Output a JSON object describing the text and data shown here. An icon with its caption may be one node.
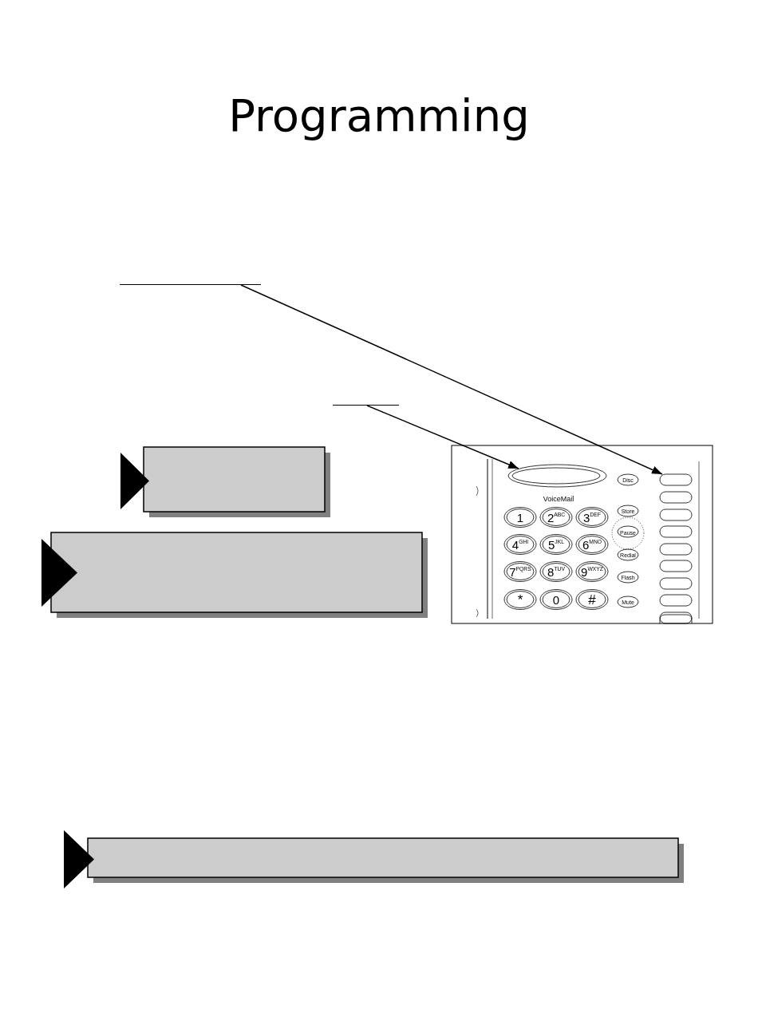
{
  "diagram": {
    "title": "Programming",
    "nodes": [
      {
        "text": [],
        "shape": "line"
      },
      {
        "text": [],
        "shape": "line"
      },
      {
        "text": [],
        "shape": "box"
      },
      {
        "text": [],
        "shape": "ellipse"
      },
      {
        "text": [],
        "shape": "button"
      },
      {
        "text": [],
        "shape": "box"
      },
      {
        "text": [],
        "shape": "box"
      }
    ],
    "edges": [
      {
        "from": 0,
        "to": 4,
        "arrow": "to"
      },
      {
        "from": 1,
        "to": 3,
        "arrow": "to"
      }
    ],
    "labels": [
      "Disc",
      "VoiceMail",
      "1",
      "2$^{ABC}$",
      "3$^{DEF}$",
      "Store",
      "Pause",
      "4$^{GHI}$",
      "5$^{JKL}$",
      "6$^{MNO}$",
      "Redial",
      "7$^{PQRS}$",
      "8$^{TUV}$",
      "9$^{WXYZ}$",
      "Flash",
      "*",
      "0",
      "#",
      "Mute"
    ]
  }
}
